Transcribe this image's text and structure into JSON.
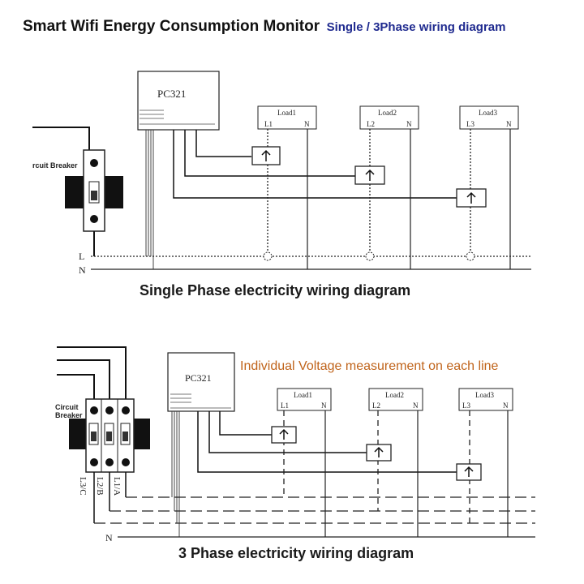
{
  "header": {
    "title": "Smart Wifi Energy Consumption Monitor",
    "subtitle": "Single / 3Phase wiring diagram"
  },
  "single_phase": {
    "device_label": "PC321",
    "breaker_label": "rcuit Breaker",
    "line_label": "L",
    "neutral_label": "N",
    "loads": [
      {
        "name": "Load1",
        "line": "L1",
        "neutral": "N"
      },
      {
        "name": "Load2",
        "line": "L2",
        "neutral": "N"
      },
      {
        "name": "Load3",
        "line": "L3",
        "neutral": "N"
      }
    ],
    "caption": "Single Phase electricity wiring diagram"
  },
  "three_phase": {
    "device_label": "PC321",
    "breaker_label_1": "Circuit",
    "breaker_label_2": "Breaker",
    "phase_labels": [
      "L3/C",
      "L2/B",
      "L1/A"
    ],
    "neutral_label": "N",
    "note": "Individual Voltage measurement on each line",
    "loads": [
      {
        "name": "Load1",
        "line": "L1",
        "neutral": "N"
      },
      {
        "name": "Load2",
        "line": "L2",
        "neutral": "N"
      },
      {
        "name": "Load3",
        "line": "L3",
        "neutral": "N"
      }
    ],
    "caption": "3 Phase electricity wiring diagram"
  }
}
